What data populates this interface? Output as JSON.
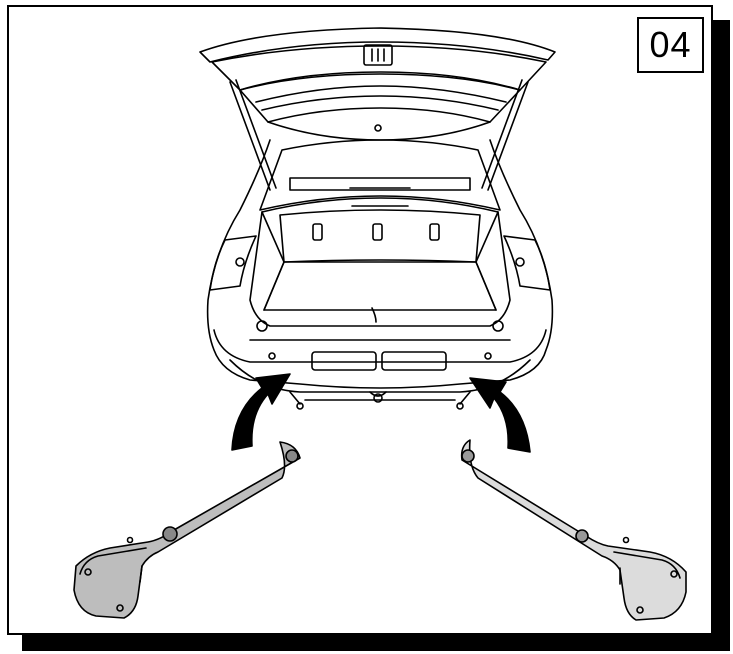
{
  "step": {
    "number": "04"
  },
  "colors": {
    "line": "#000000",
    "bracket_left": "#bdbdbd",
    "bracket_right": "#dcdcdc",
    "background": "#ffffff"
  },
  "illustration": {
    "subject": "car-rear-open-tailgate",
    "parts": [
      "left-mounting-bracket",
      "right-mounting-bracket"
    ],
    "arrows": [
      "left-install-arrow",
      "right-install-arrow"
    ]
  }
}
